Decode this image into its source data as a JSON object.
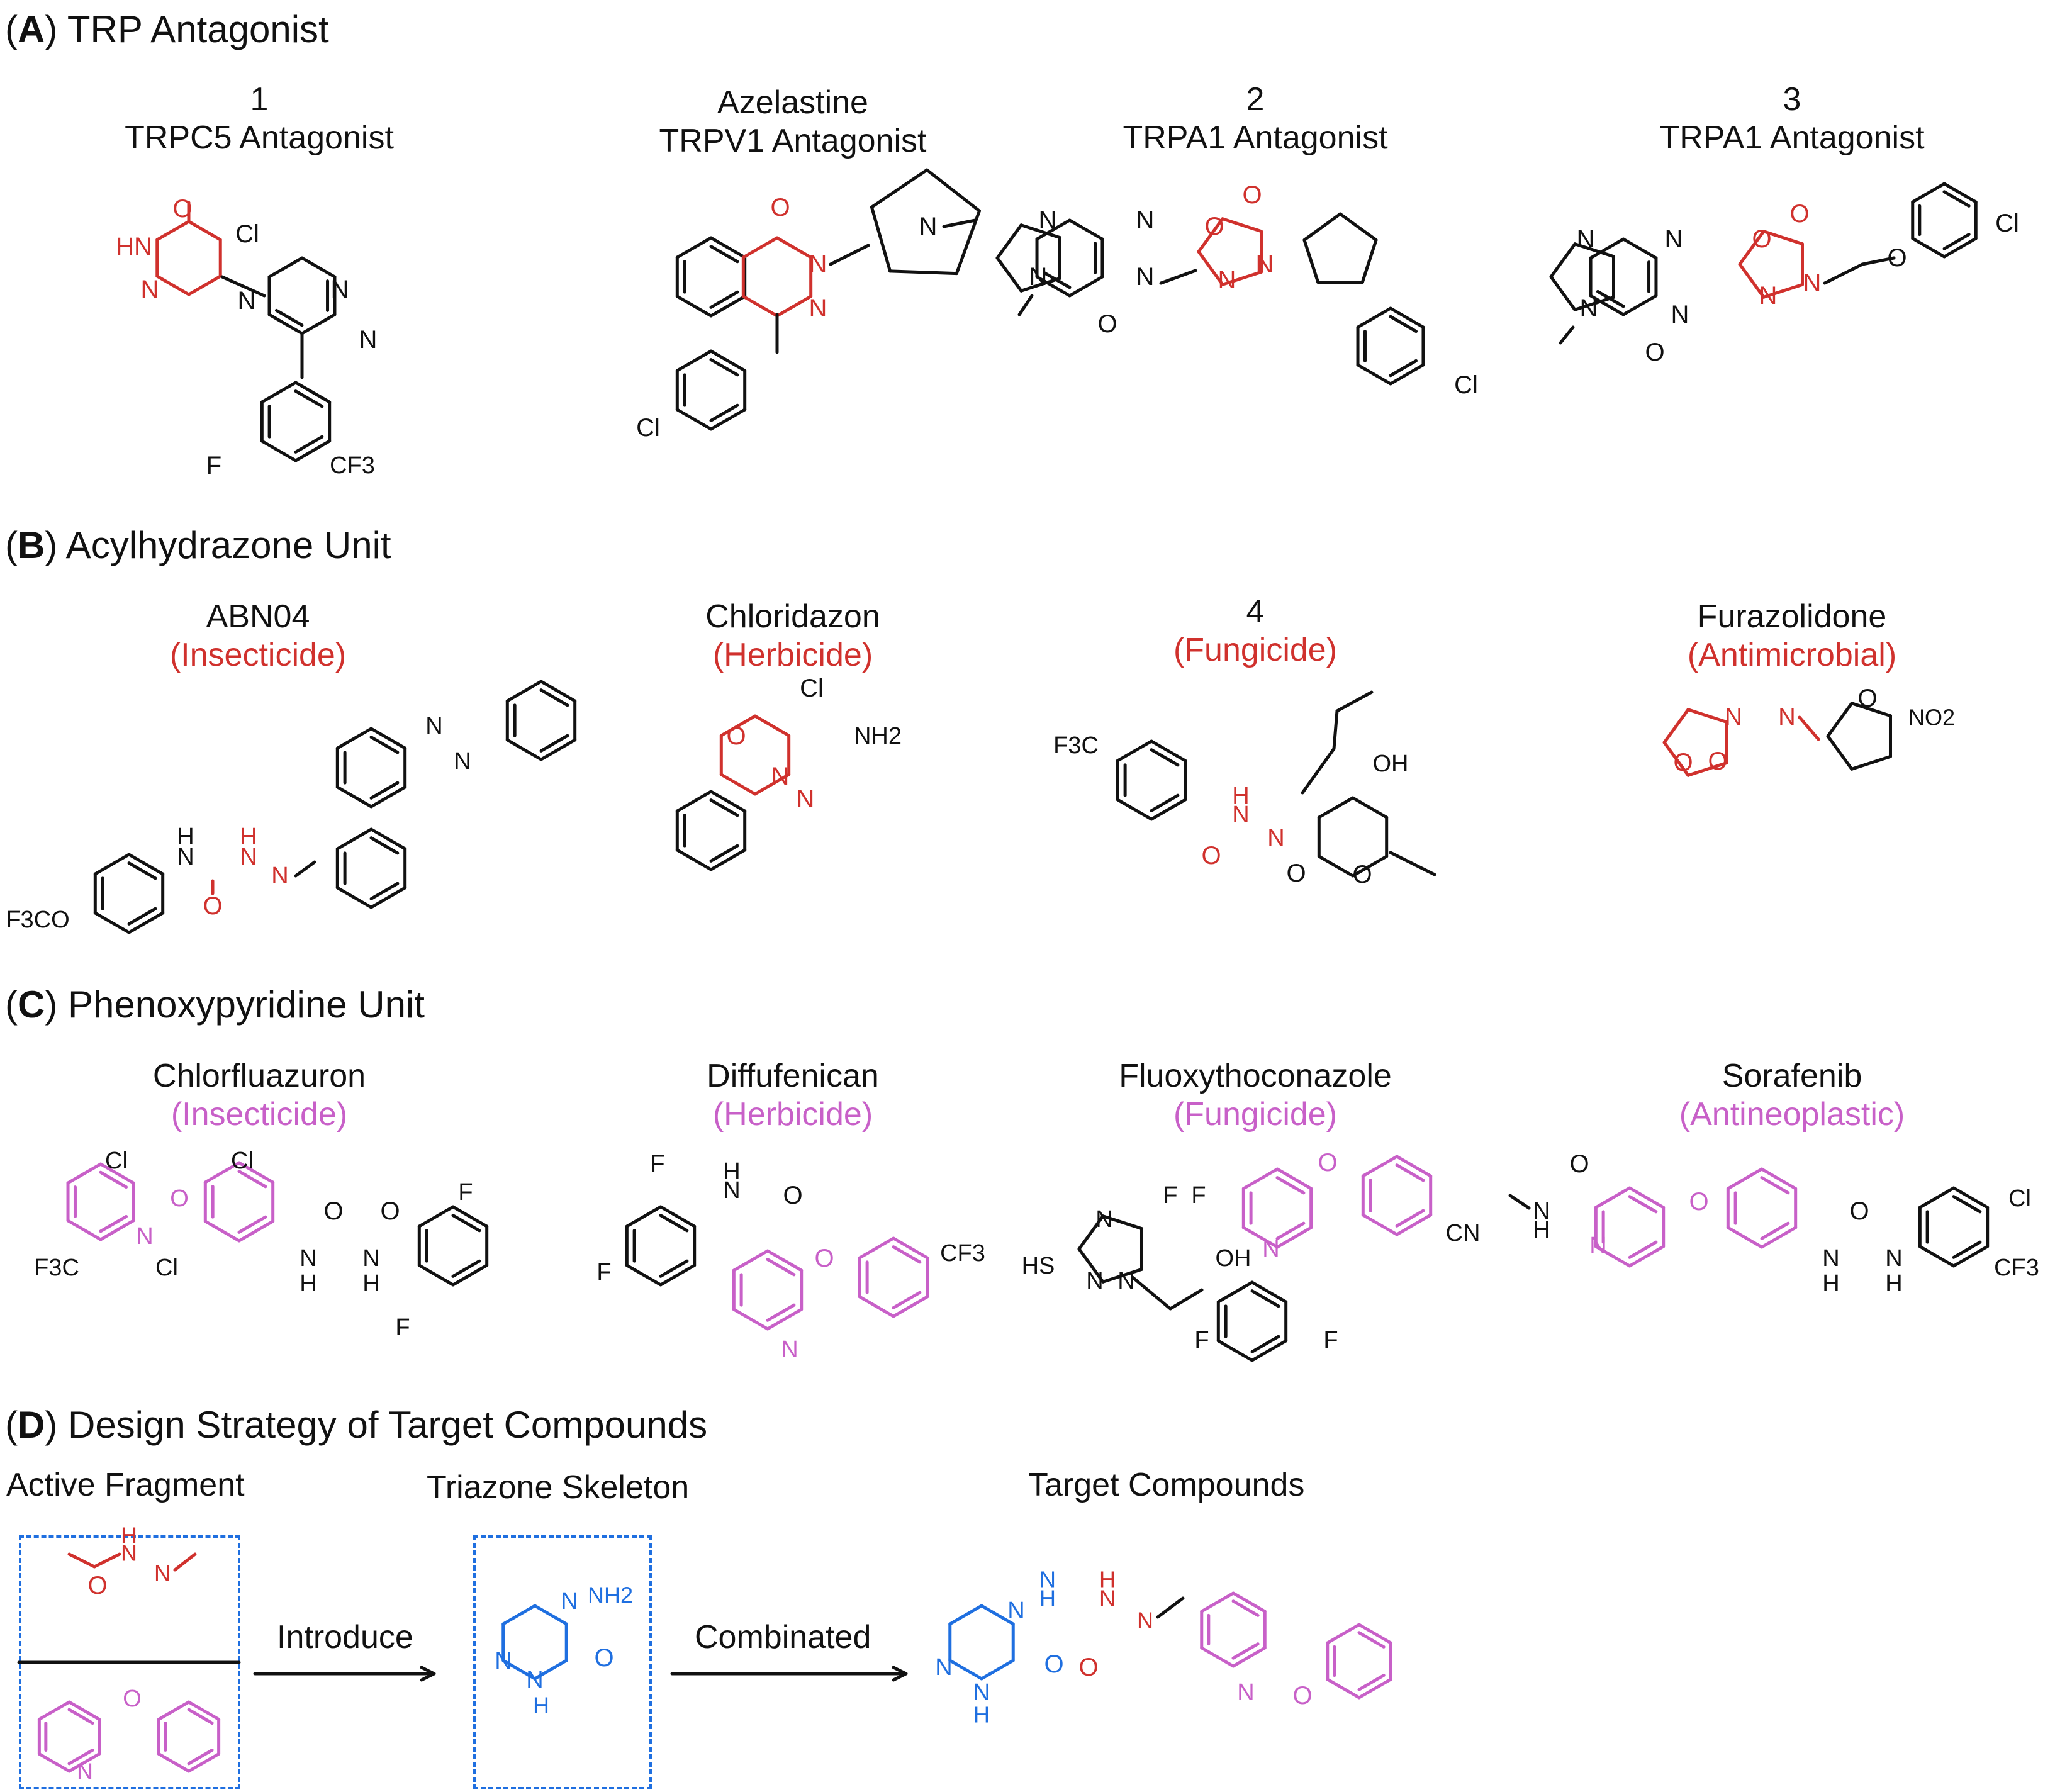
{
  "sections": {
    "a": {
      "letter": "A",
      "title": "TRP Antagonist"
    },
    "b": {
      "letter": "B",
      "title": "Acylhydrazone Unit"
    },
    "c": {
      "letter": "C",
      "title": "Phenoxypyridine Unit"
    },
    "d": {
      "letter": "D",
      "title": "Design Strategy of Target Compounds"
    }
  },
  "compounds_a": [
    {
      "name": "1",
      "role": "TRPC5 Antagonist"
    },
    {
      "name": "Azelastine",
      "role": "TRPV1 Antagonist"
    },
    {
      "name": "2",
      "role": "TRPA1 Antagonist"
    },
    {
      "name": "3",
      "role": "TRPA1 Antagonist"
    }
  ],
  "compounds_b": [
    {
      "name": "ABN04",
      "use": "(Insecticide)"
    },
    {
      "name": "Chloridazon",
      "use": "(Herbicide)"
    },
    {
      "name": "4",
      "use": "(Fungicide)"
    },
    {
      "name": "Furazolidone",
      "use": "(Antimicrobial)"
    }
  ],
  "compounds_c": [
    {
      "name": "Chlorfluazuron",
      "use": "(Insecticide)"
    },
    {
      "name": "Diffufenican",
      "use": "(Herbicide)"
    },
    {
      "name": "Fluoxythoconazole",
      "use": "(Fungicide)"
    },
    {
      "name": "Sorafenib",
      "use": "(Antineoplastic)"
    }
  ],
  "design": {
    "active_fragment": "Active Fragment",
    "triazone_skeleton": "Triazone Skeleton",
    "target_compounds": "Target Compounds",
    "arrow1": "Introduce",
    "arrow2": "Combinated"
  },
  "atoms": {
    "cl": "Cl",
    "f": "F",
    "n": "N",
    "o": "O",
    "oh": "OH",
    "h": "H",
    "hn": "HN",
    "nh": "NH",
    "nh2": "NH2",
    "no2": "NO2",
    "cf3": "CF3",
    "f3c": "F3C",
    "f3co": "F3CO",
    "cn": "CN",
    "hs": "HS"
  },
  "colors": {
    "red": "#d0312d",
    "pink": "#c860c8",
    "blue": "#1f6fe0",
    "black": "#111111"
  }
}
